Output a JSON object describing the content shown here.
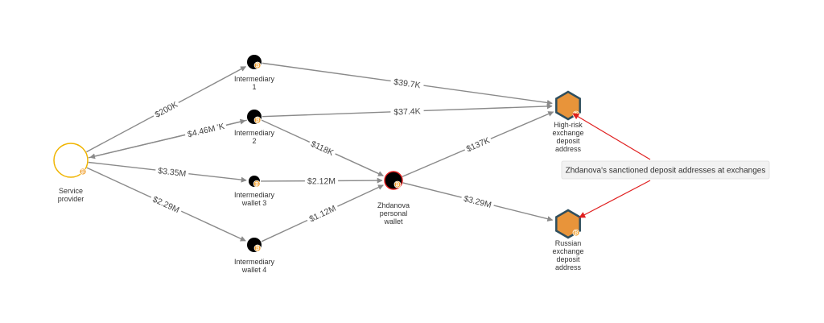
{
  "colors": {
    "edge": "#8a8a8a",
    "node_dark": "#000000",
    "coin": "#f0a030",
    "exchange_fill": "#e8943a",
    "exchange_stroke": "#2f4f5f",
    "provider_ring": "#f0b400",
    "personal_ring": "#e02020",
    "callout_arrow": "#e02020",
    "callout_bg": "#f2f2f2"
  },
  "coin_symbol": "₿",
  "nodes": {
    "provider": {
      "label": [
        "Service",
        "provider"
      ],
      "kind": "ring"
    },
    "int1": {
      "label": [
        "Intermediary",
        "1"
      ],
      "kind": "dot"
    },
    "int2": {
      "label": [
        "Intermediary",
        "2"
      ],
      "kind": "dot"
    },
    "int3": {
      "label": [
        "Intermediary",
        "wallet 3"
      ],
      "kind": "dot"
    },
    "int4": {
      "label": [
        "Intermediary",
        "wallet 4"
      ],
      "kind": "dot"
    },
    "personal": {
      "label": [
        "Zhdanova",
        "personal",
        "wallet"
      ],
      "kind": "personal"
    },
    "highrisk": {
      "label": [
        "High-risk",
        "exchange",
        "deposit",
        "address"
      ],
      "kind": "hex"
    },
    "russian": {
      "label": [
        "Russian",
        "exchange",
        "deposit",
        "address"
      ],
      "kind": "hex"
    }
  },
  "edges": [
    {
      "from": "provider",
      "to": "int1",
      "amount": "$200K"
    },
    {
      "from": "int2",
      "to": "provider",
      "amount": "$237K"
    },
    {
      "from": "provider",
      "to": "int2",
      "amount": "$4.46M"
    },
    {
      "from": "provider",
      "to": "int3",
      "amount": "$3.35M"
    },
    {
      "from": "provider",
      "to": "int4",
      "amount": "$2.29M"
    },
    {
      "from": "int1",
      "to": "highrisk",
      "amount": "$39.7K"
    },
    {
      "from": "int2",
      "to": "highrisk",
      "amount": "$37.4K"
    },
    {
      "from": "int2",
      "to": "personal",
      "amount": "$118K"
    },
    {
      "from": "int3",
      "to": "personal",
      "amount": "$2.12M"
    },
    {
      "from": "int4",
      "to": "personal",
      "amount": "$1.12M"
    },
    {
      "from": "personal",
      "to": "highrisk",
      "amount": "$137K"
    },
    {
      "from": "personal",
      "to": "russian",
      "amount": "$3.29M"
    }
  ],
  "callout": {
    "text": "Zhdanova's sanctioned deposit addresses at exchanges"
  }
}
